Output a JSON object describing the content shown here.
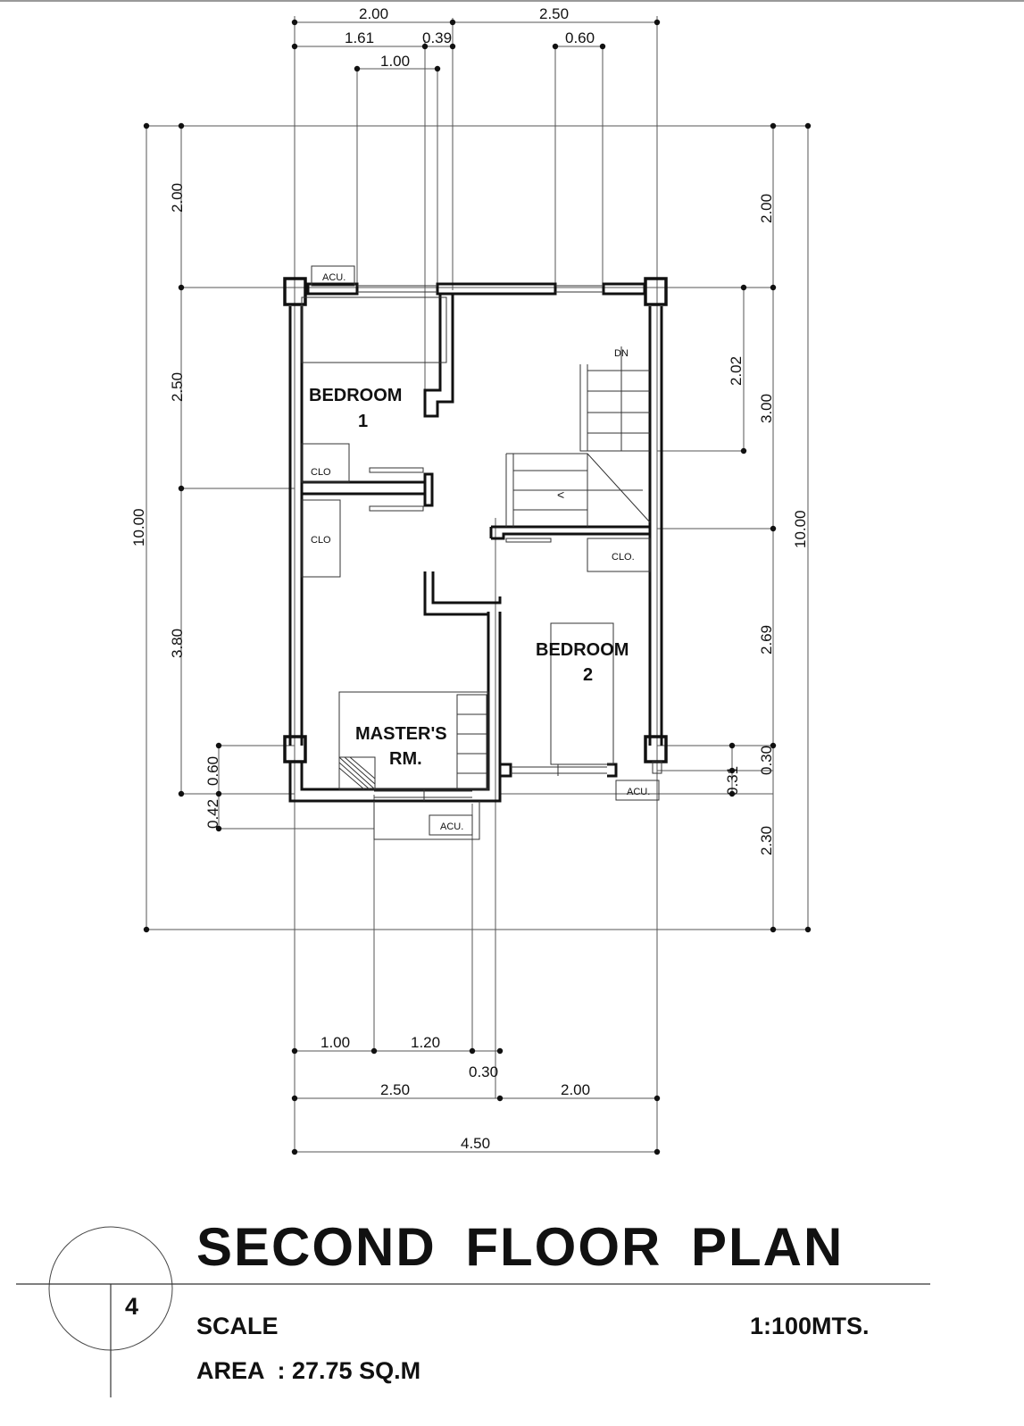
{
  "top_dims": {
    "d1": "2.00",
    "d2": "2.50",
    "d3": "1.61",
    "d4": "0.39",
    "d5": "0.60",
    "d6": "1.00"
  },
  "left_dims": {
    "d1": "2.00",
    "d2": "2.50",
    "d3": "10.00",
    "d4": "3.80",
    "d5": "0.60",
    "d6": "0.42"
  },
  "right_dims": {
    "d1": "2.00",
    "d2": "2.02",
    "d3": "3.00",
    "d4": "10.00",
    "d5": "2.69",
    "d6": "0.30",
    "d7": "0.31",
    "d8": "2.30"
  },
  "bottom_dims": {
    "d1": "1.00",
    "d2": "1.20",
    "d3": "0.30",
    "d4": "2.50",
    "d5": "2.00",
    "d6": "4.50"
  },
  "rooms": {
    "bedroom1_a": "BEDROOM",
    "bedroom1_b": "1",
    "bedroom2_a": "BEDROOM",
    "bedroom2_b": "2",
    "master_a": "MASTER'S",
    "master_b": "RM."
  },
  "labels": {
    "acu1": "ACU.",
    "acu2": "ACU.",
    "acu3": "ACU.",
    "clo1": "CLO",
    "clo2": "CLO",
    "clo3": "CLO.",
    "dn": "DN",
    "arrow": "<"
  },
  "title_block": {
    "number": "4",
    "title": "SECOND FLOOR PLAN",
    "scale_label": "SCALE",
    "scale_value": "1:100MTS.",
    "area": "AREA  : 27.75 SQ.M"
  }
}
